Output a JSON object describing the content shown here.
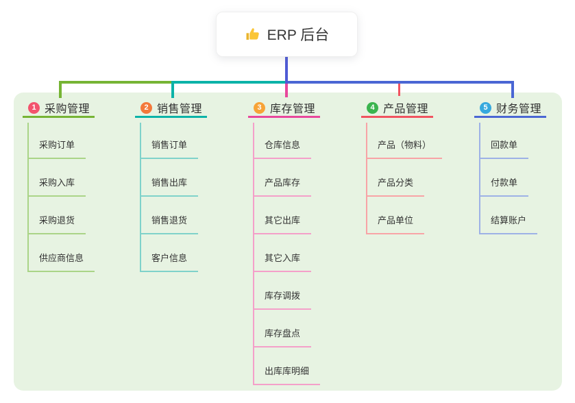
{
  "root": {
    "label": "ERP 后台",
    "icon": "thumbs-up-icon"
  },
  "branches": [
    {
      "index": "1",
      "label": "采购管理",
      "color": "#76b434",
      "light_color": "#aad487",
      "badge_color": "#f3536d",
      "children": [
        "采购订单",
        "采购入库",
        "采购退货",
        "供应商信息"
      ]
    },
    {
      "index": "2",
      "label": "销售管理",
      "color": "#0cb3a8",
      "light_color": "#7fd2ca",
      "badge_color": "#f4793b",
      "children": [
        "销售订单",
        "销售出库",
        "销售退货",
        "客户信息"
      ]
    },
    {
      "index": "3",
      "label": "库存管理",
      "color": "#e8479c",
      "light_color": "#f49fc9",
      "badge_color": "#f7a337",
      "children": [
        "仓库信息",
        "产品库存",
        "其它出库",
        "其它入库",
        "库存调拨",
        "库存盘点",
        "出库库明细"
      ]
    },
    {
      "index": "4",
      "label": "产品管理",
      "color": "#f15360",
      "light_color": "#f8a3a6",
      "badge_color": "#3bb44e",
      "children": [
        "产品（物料）",
        "产品分类",
        "产品单位"
      ]
    },
    {
      "index": "5",
      "label": "财务管理",
      "color": "#4a66d4",
      "light_color": "#9db1e6",
      "badge_color": "#36a9de",
      "children": [
        "回款单",
        "付款单",
        "结算账户"
      ]
    }
  ],
  "colors": {
    "panel_bg": "#e7f3e2",
    "root_connector": "#4f5bd5",
    "text": "#333333"
  }
}
